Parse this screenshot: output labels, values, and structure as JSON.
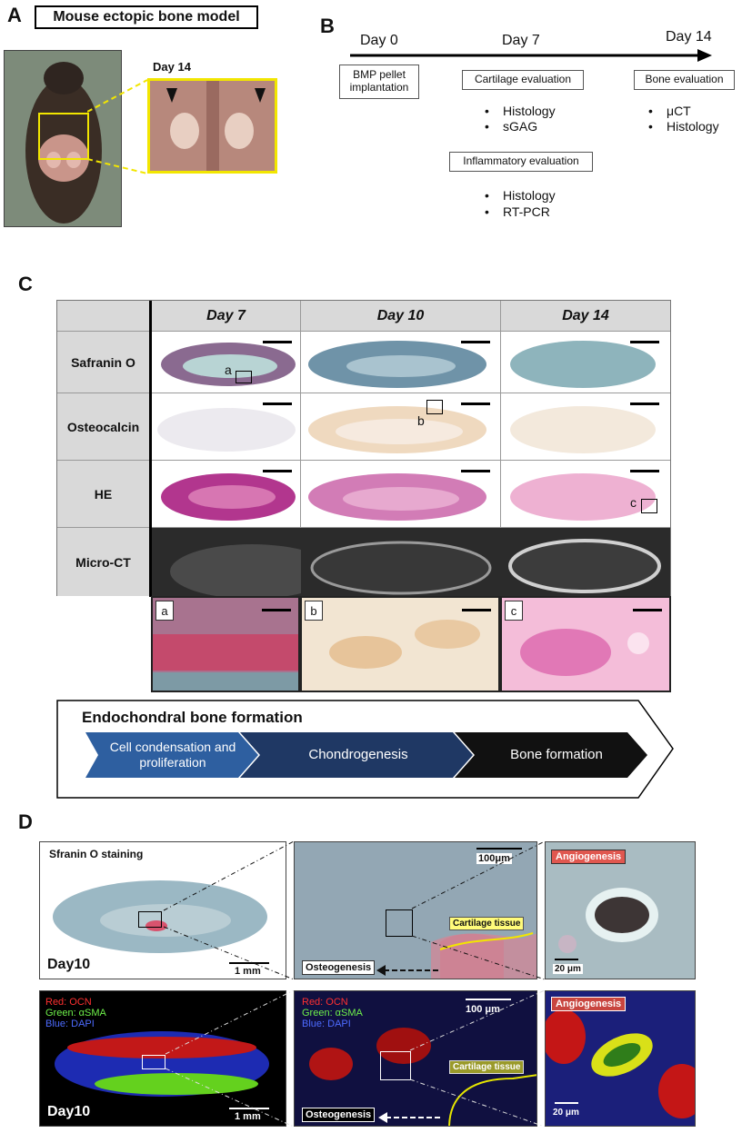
{
  "panelA": {
    "letter": "A",
    "title": "Mouse ectopic bone model",
    "inset_label": "Day 14"
  },
  "panelB": {
    "letter": "B",
    "timeline": {
      "day0": "Day 0",
      "day7": "Day 7",
      "day14": "Day 14"
    },
    "box_implant": "BMP pellet implantation",
    "box_cartilage": "Cartilage evaluation",
    "box_bone": "Bone evaluation",
    "box_inflammatory": "Inflammatory evaluation",
    "cartilage_items": [
      "Histology",
      "sGAG"
    ],
    "bone_items": [
      "μCT",
      "Histology"
    ],
    "inflammatory_items": [
      "Histology",
      "RT-PCR"
    ]
  },
  "panelC": {
    "letter": "C",
    "columns": [
      "Day 7",
      "Day 10",
      "Day 14"
    ],
    "rows": [
      "Safranin O",
      "Osteocalcin",
      "HE",
      "Micro-CT"
    ],
    "box_labels": [
      "a",
      "b",
      "c"
    ],
    "zoom_labels": [
      "a",
      "b",
      "c"
    ],
    "process_title": "Endochondral bone formation",
    "steps": [
      "Cell condensation and proliferation",
      "Chondrogenesis",
      "Bone formation"
    ],
    "colors": {
      "step1": "#2e5fa0",
      "step2": "#1f3864",
      "step3": "#111111",
      "header_bg": "#d9d9d9"
    }
  },
  "panelD": {
    "letter": "D",
    "top_left_title": "Sfranin O staining",
    "day_label": "Day10",
    "scale_1mm": "1 mm",
    "scale_100um": "100μm",
    "scale_100um_b": "100 μm",
    "scale_20um": "20 μm",
    "cartilage_tag": "Cartilage tissue",
    "osteogenesis_tag": "Osteogenesis",
    "angiogenesis_tag": "Angiogenesis",
    "legend": {
      "red": "Red: OCN",
      "green": "Green: αSMA",
      "blue": "Blue: DAPI"
    },
    "legend_b": {
      "red": "Red: OCN",
      "green": "Green: αSMA",
      "blue": "Blue: DAPI"
    }
  }
}
